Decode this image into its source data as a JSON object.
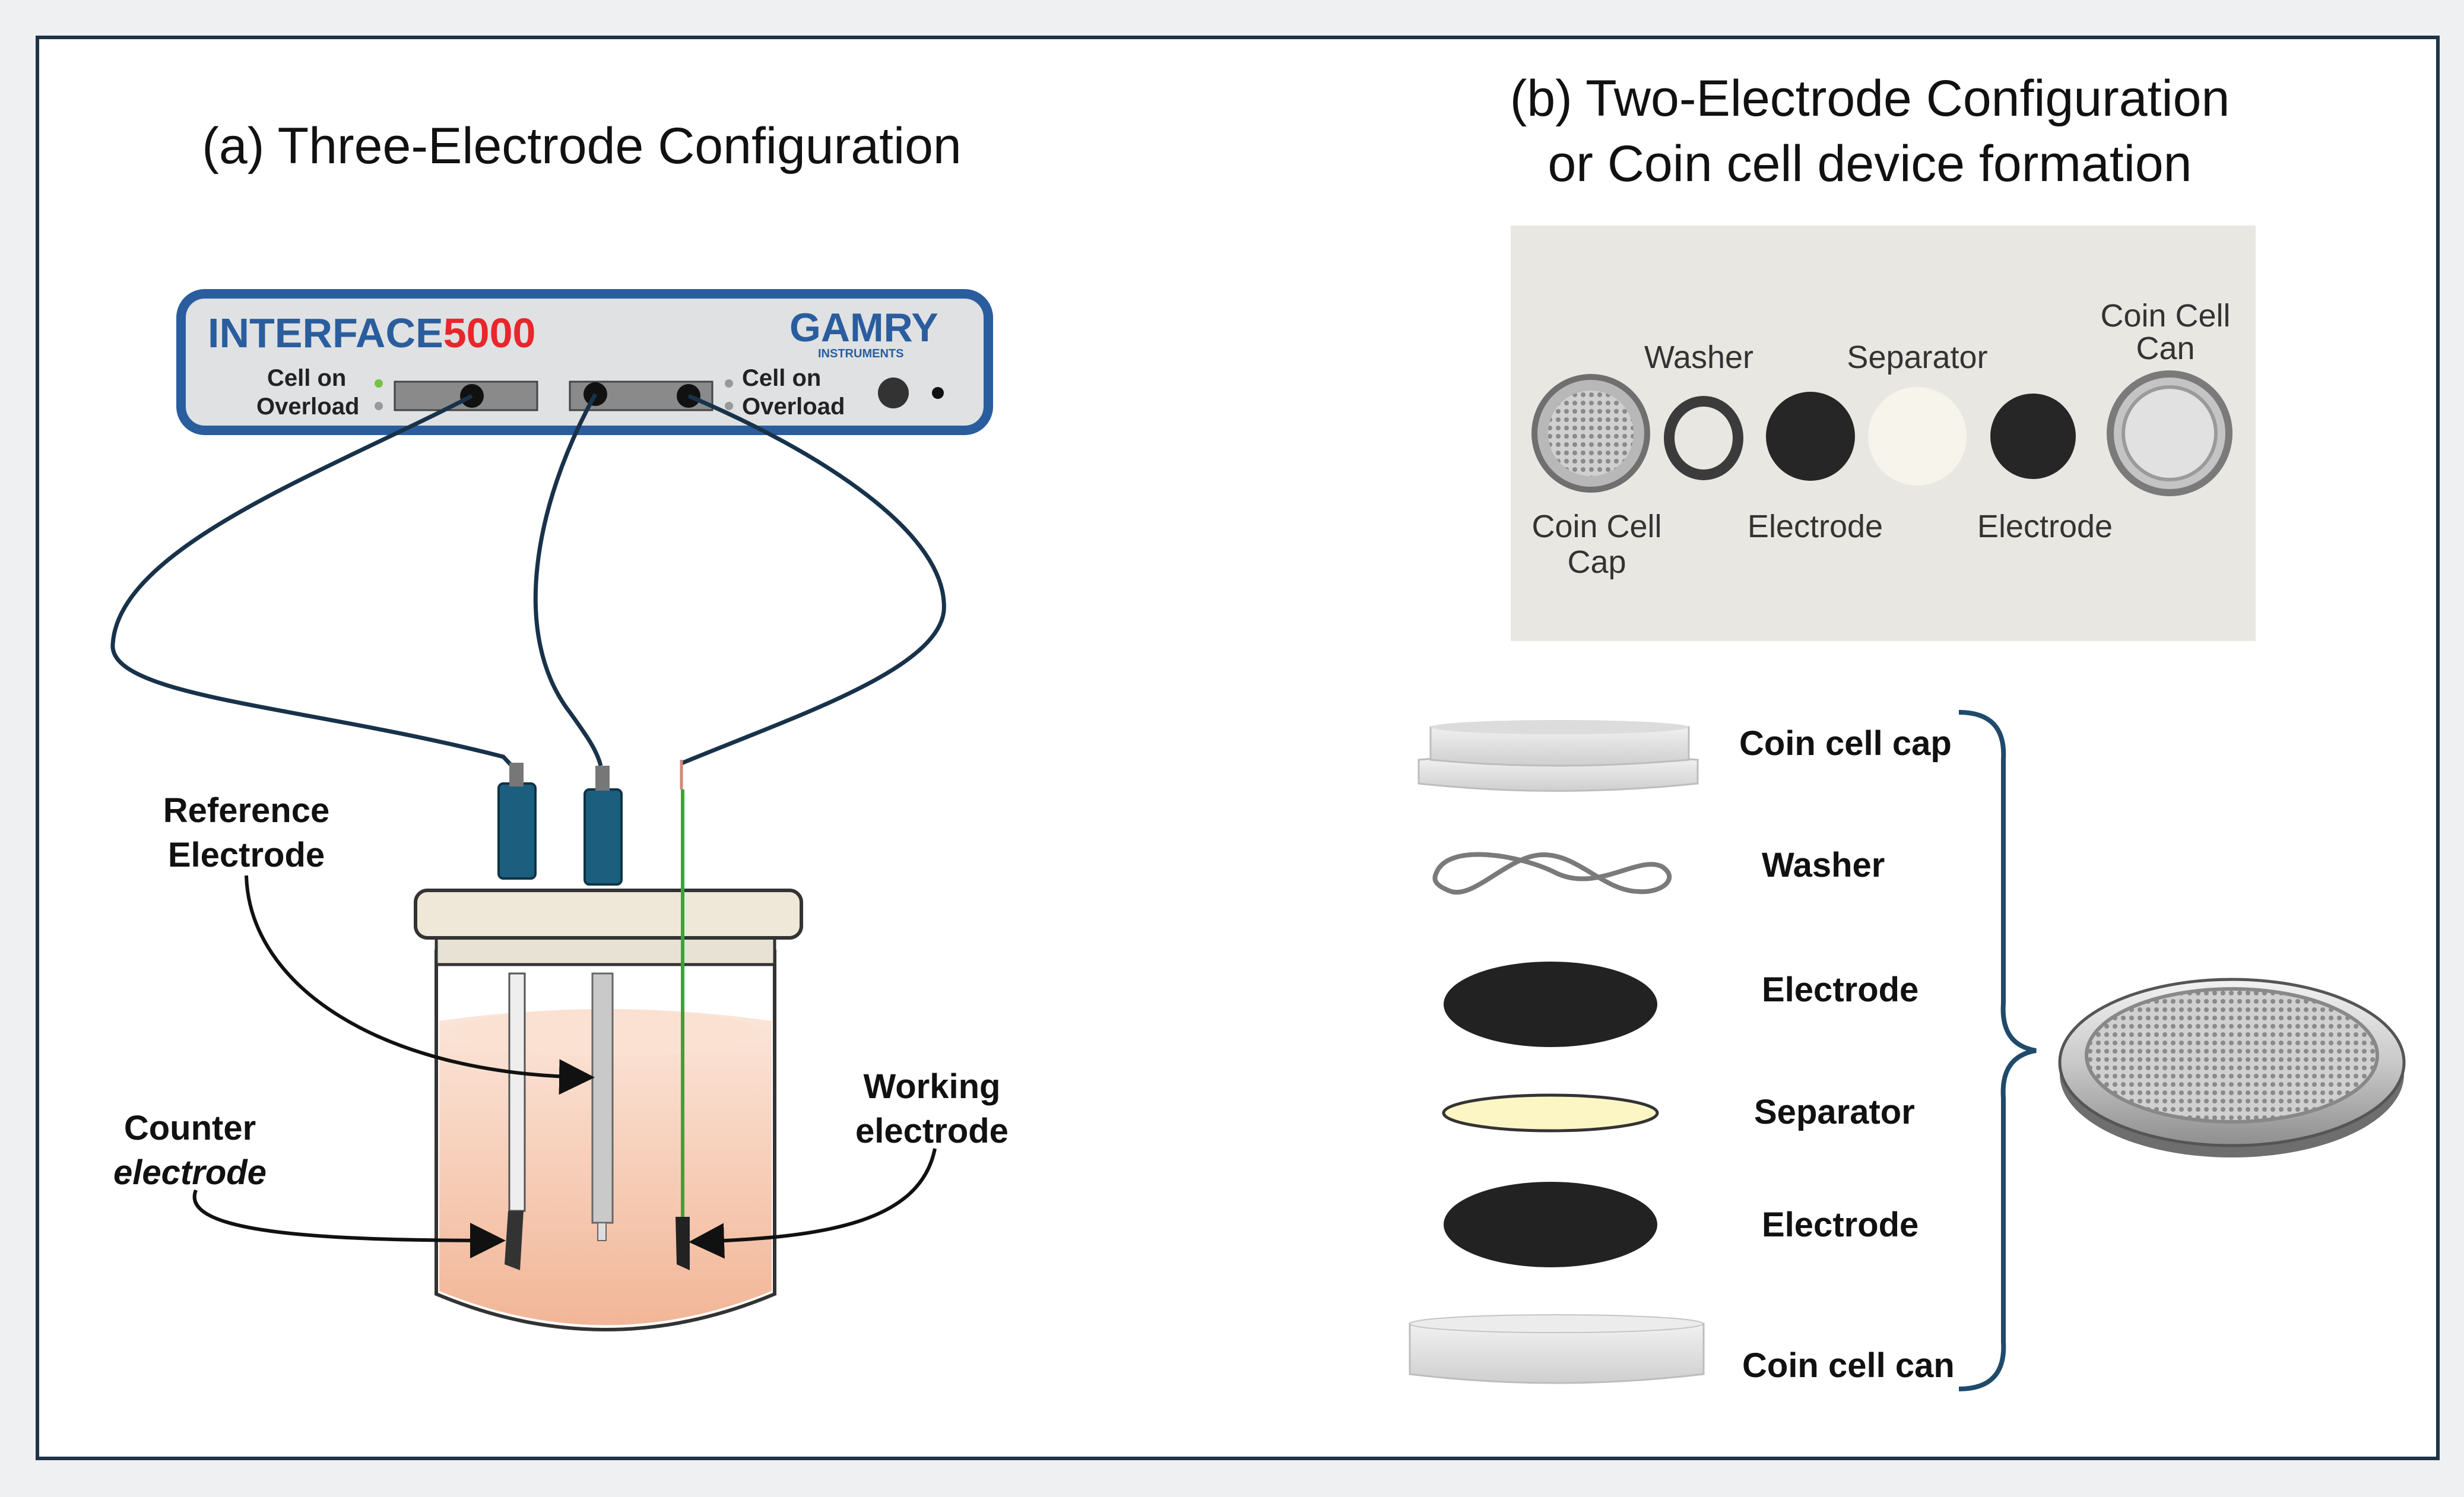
{
  "panel_a": {
    "title": "(a) Three-Electrode Configuration",
    "instrument": {
      "name_part1": "INTERFACE",
      "name_part2": "5000",
      "brand": "GAMRY",
      "brand_sub": "INSTRUMENTS",
      "left_cell_on": "Cell on",
      "left_overload": "Overload",
      "right_cell_on": "Cell on",
      "right_overload": "Overload"
    },
    "labels": {
      "reference_line1": "Reference",
      "reference_line2": "Electrode",
      "counter_line1": "Counter",
      "counter_line2": "electrode",
      "working_line1": "Working",
      "working_line2": "electrode"
    }
  },
  "panel_b": {
    "title_line1": "(b) Two-Electrode Configuration",
    "title_line2": "or Coin cell device formation",
    "photo_labels": {
      "washer": "Washer",
      "separator": "Separator",
      "coin_cell_can_line1": "Coin Cell",
      "coin_cell_can_line2": "Can",
      "coin_cell_cap_line1": "Coin Cell",
      "coin_cell_cap_line2": "Cap",
      "electrode_left": "Electrode",
      "electrode_right": "Electrode"
    },
    "stack_labels": [
      "Coin cell cap",
      "Washer",
      "Electrode",
      "Separator",
      "Electrode",
      "Coin cell can"
    ]
  },
  "colors": {
    "frame": "#1d3347",
    "instrument_border": "#2a5d9e",
    "instrument_name": "#2a5d9e",
    "instrument_number": "#e8262b",
    "electrode_cap": "#1b5e7e",
    "electrolyte": "#f6c9b0",
    "separator_fill": "#fbf6c4",
    "electrode_black": "#222222"
  }
}
